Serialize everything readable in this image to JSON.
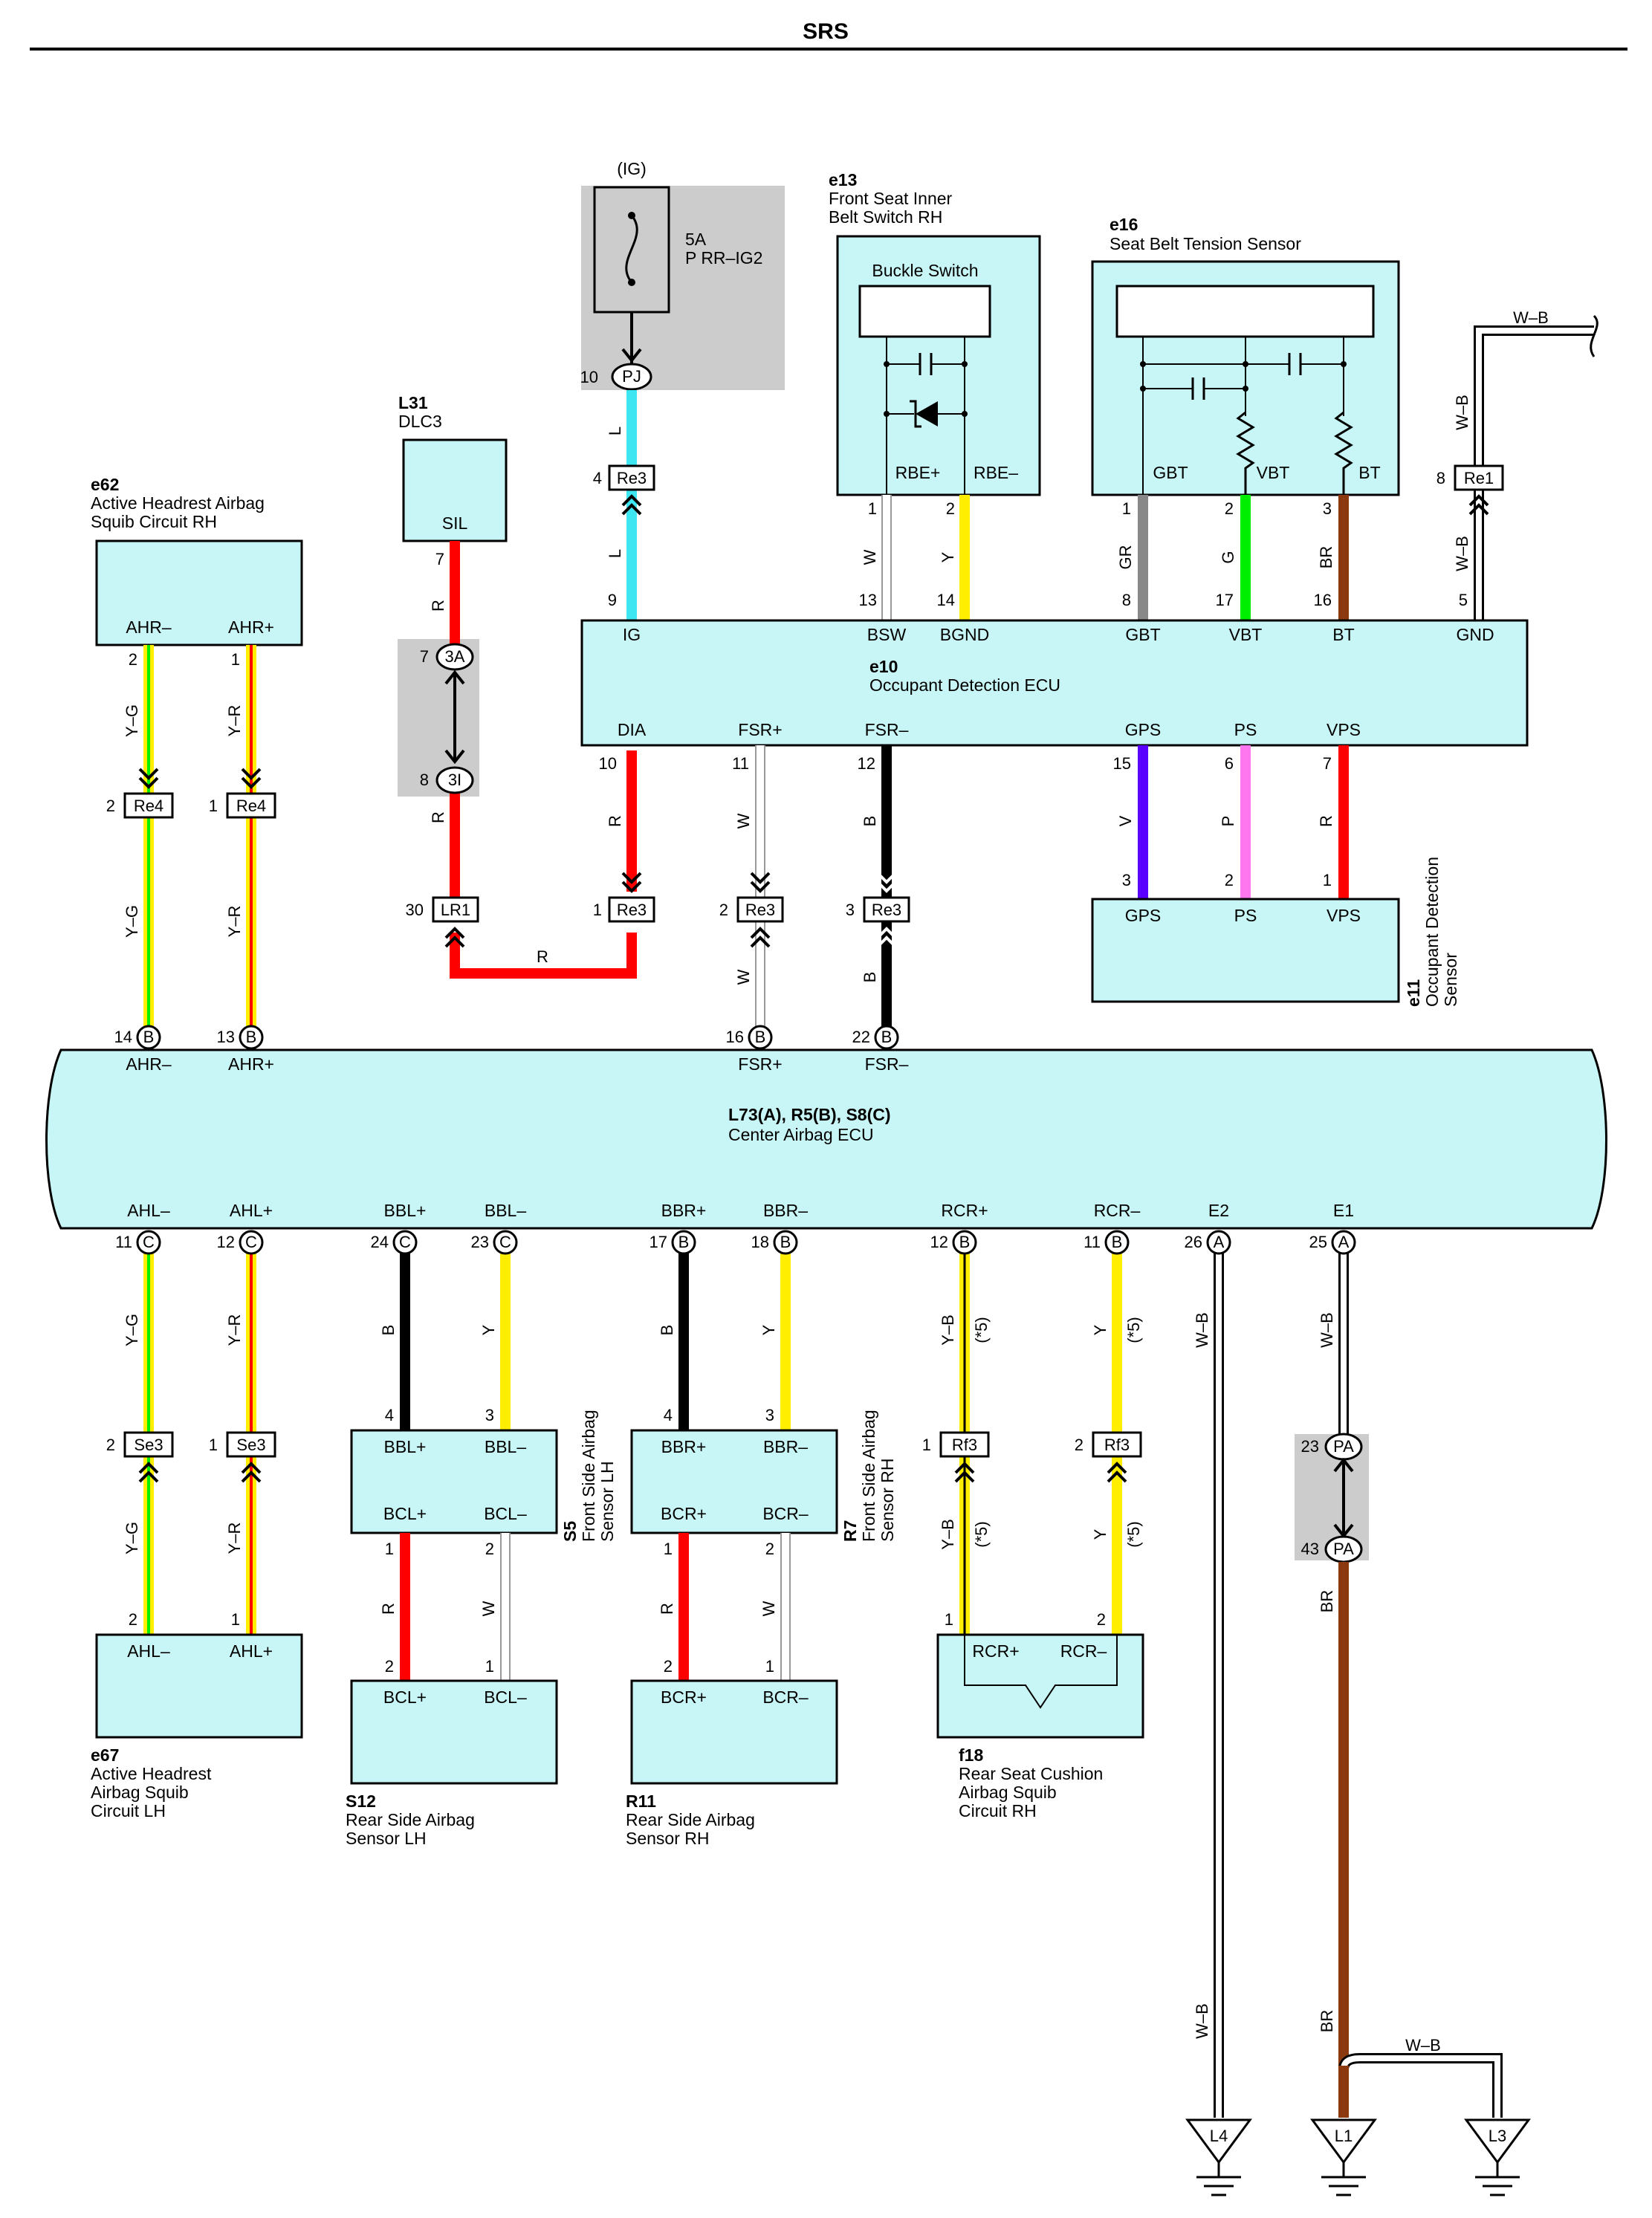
{
  "page_title": "SRS",
  "fuse": {
    "label_ig": "(IG)",
    "amp": "5A",
    "name": "P RR–IG2",
    "connector": "PJ",
    "pin": "10"
  },
  "components": {
    "l31": {
      "code": "L31",
      "name": "DLC3",
      "terminal": "SIL",
      "pin": "7"
    },
    "e62": {
      "code": "e62",
      "name_line1": "Active Headrest Airbag",
      "name_line2": "Squib Circuit RH",
      "t1": "AHR–",
      "t2": "AHR+",
      "p1": "2",
      "p2": "1"
    },
    "e13": {
      "code": "e13",
      "name_line1": "Front Seat Inner",
      "name_line2": "Belt Switch RH",
      "inner": "Buckle Switch",
      "t1": "RBE+",
      "t2": "RBE–",
      "p1": "1",
      "p2": "2"
    },
    "e16": {
      "code": "e16",
      "name": "Seat Belt Tension Sensor",
      "t1": "GBT",
      "t2": "VBT",
      "t3": "BT",
      "p1": "1",
      "p2": "2",
      "p3": "3"
    },
    "e10": {
      "code": "e10",
      "name": "Occupant Detection ECU",
      "top": [
        "IG",
        "BSW",
        "BGND",
        "GBT",
        "VBT",
        "BT",
        "GND"
      ],
      "top_pins": [
        "9",
        "13",
        "14",
        "8",
        "17",
        "16",
        "5"
      ],
      "bottom": [
        "DIA",
        "FSR+",
        "FSR–",
        "GPS",
        "PS",
        "VPS"
      ],
      "bottom_pins": [
        "10",
        "11",
        "12",
        "15",
        "6",
        "7"
      ]
    },
    "e11": {
      "code": "e11",
      "name_line1": "Occupant Detection",
      "name_line2": "Sensor",
      "t1": "GPS",
      "t2": "PS",
      "t3": "VPS",
      "p1": "3",
      "p2": "2",
      "p3": "1"
    },
    "center": {
      "code": "L73(A), R5(B), S8(C)",
      "name": "Center Airbag ECU",
      "top": [
        "AHR–",
        "AHR+",
        "FSR+",
        "FSR–"
      ],
      "top_pins": [
        "14",
        "13",
        "16",
        "22"
      ],
      "top_conn": [
        "B",
        "B",
        "B",
        "B"
      ],
      "bottom": [
        "AHL–",
        "AHL+",
        "BBL+",
        "BBL–",
        "BBR+",
        "BBR–",
        "RCR+",
        "RCR–",
        "E2",
        "E1"
      ],
      "bottom_pins": [
        "11",
        "12",
        "24",
        "23",
        "17",
        "18",
        "12",
        "11",
        "26",
        "25"
      ],
      "bottom_conn": [
        "C",
        "C",
        "C",
        "C",
        "B",
        "B",
        "B",
        "B",
        "A",
        "A"
      ]
    },
    "e67": {
      "code": "e67",
      "name_line1": "Active Headrest",
      "name_line2": "Airbag Squib",
      "name_line3": "Circuit LH",
      "t1": "AHL–",
      "t2": "AHL+",
      "p1": "2",
      "p2": "1"
    },
    "s5": {
      "code": "S5",
      "name_line1": "Front Side Airbag",
      "name_line2": "Sensor LH",
      "t1": "BBL+",
      "t2": "BBL–",
      "t3": "BCL+",
      "t4": "BCL–",
      "p1": "4",
      "p2": "3",
      "p3": "1",
      "p4": "2"
    },
    "r7": {
      "code": "R7",
      "name_line1": "Front Side Airbag",
      "name_line2": "Sensor RH",
      "t1": "BBR+",
      "t2": "BBR–",
      "t3": "BCR+",
      "t4": "BCR–",
      "p1": "4",
      "p2": "3",
      "p3": "1",
      "p4": "2"
    },
    "s12": {
      "code": "S12",
      "name_line1": "Rear Side Airbag",
      "name_line2": "Sensor LH",
      "t1": "BCL+",
      "t2": "BCL–",
      "p1": "2",
      "p2": "1"
    },
    "r11": {
      "code": "R11",
      "name_line1": "Rear Side Airbag",
      "name_line2": "Sensor RH",
      "t1": "BCR+",
      "t2": "BCR–",
      "p1": "2",
      "p2": "1"
    },
    "f18": {
      "code": "f18",
      "name_line1": "Rear Seat Cushion",
      "name_line2": "Airbag Squib",
      "name_line3": "Circuit RH",
      "t1": "RCR+",
      "t2": "RCR–",
      "p1": "1",
      "p2": "2"
    }
  },
  "junctions": {
    "re3_ig": {
      "id": "Re3",
      "pin": "4"
    },
    "re1": {
      "id": "Re1",
      "pin": "8"
    },
    "j3a": {
      "id": "3A",
      "pin": "7"
    },
    "j3i": {
      "id": "3I",
      "pin": "8"
    },
    "lr1": {
      "id": "LR1",
      "pin": "30"
    },
    "re3_dia": {
      "id": "Re3",
      "pin": "1"
    },
    "re3_fsrp": {
      "id": "Re3",
      "pin": "2"
    },
    "re3_fsrm": {
      "id": "Re3",
      "pin": "3"
    },
    "re4_1": {
      "id": "Re4",
      "pin": "2"
    },
    "re4_2": {
      "id": "Re4",
      "pin": "1"
    },
    "se3_1": {
      "id": "Se3",
      "pin": "2"
    },
    "se3_2": {
      "id": "Se3",
      "pin": "1"
    },
    "rf3_1": {
      "id": "Rf3",
      "pin": "1"
    },
    "rf3_2": {
      "id": "Rf3",
      "pin": "2"
    },
    "pa_top": {
      "id": "PA",
      "pin": "23"
    },
    "pa_bot": {
      "id": "PA",
      "pin": "43"
    }
  },
  "wire_labels": {
    "l": "L",
    "r": "R",
    "w": "W",
    "y": "Y",
    "b": "B",
    "g": "G",
    "gr": "GR",
    "br": "BR",
    "v": "V",
    "p": "P",
    "wb": "W–B",
    "yg": "Y–G",
    "yr": "Y–R",
    "yb": "Y–B",
    "star5": "(*5)"
  },
  "grounds": {
    "l4": "L4",
    "l1": "L1",
    "l3": "L3"
  },
  "colors": {
    "wire_l": "#3de6f0",
    "wire_r": "#ff0000",
    "wire_y": "#ffee00",
    "wire_g": "#00ee00",
    "wire_gr": "#888888",
    "wire_br": "#8b3a0f",
    "wire_v": "#5a00ff",
    "wire_p": "#ff77ee",
    "wire_b": "#000000",
    "box_fill": "#c8f5f5",
    "splice_fill": "#cccccc"
  }
}
